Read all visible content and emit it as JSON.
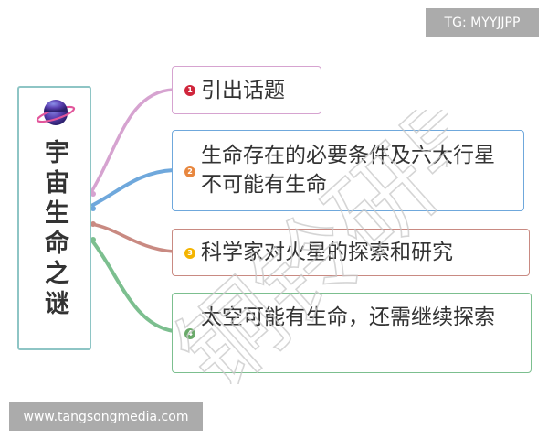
{
  "top_tag": "TG: MYYJJPP",
  "bottom_tag": "www.tangsongmedia.com",
  "root": {
    "icon": "planet-icon",
    "title": "宇宙生命之谜",
    "border_color": "#8ec5c5"
  },
  "branches": [
    {
      "number": "1",
      "text": "引出话题",
      "color": "#d6a3d0",
      "badge_color": "#d0263c"
    },
    {
      "number": "2",
      "text": "生命存在的必要条件及六大行星不可能有生命",
      "color": "#6fa8dc",
      "badge_color": "#e8873f"
    },
    {
      "number": "3",
      "text": "科学家对火星的探索和研究",
      "color": "#c98a82",
      "badge_color": "#f4b400"
    },
    {
      "number": "4",
      "text": "太空可能有生命，还需继续探索",
      "color": "#7cbf8f",
      "badge_color": "#6aaa6a"
    }
  ],
  "watermark_text": "铜铃研导"
}
